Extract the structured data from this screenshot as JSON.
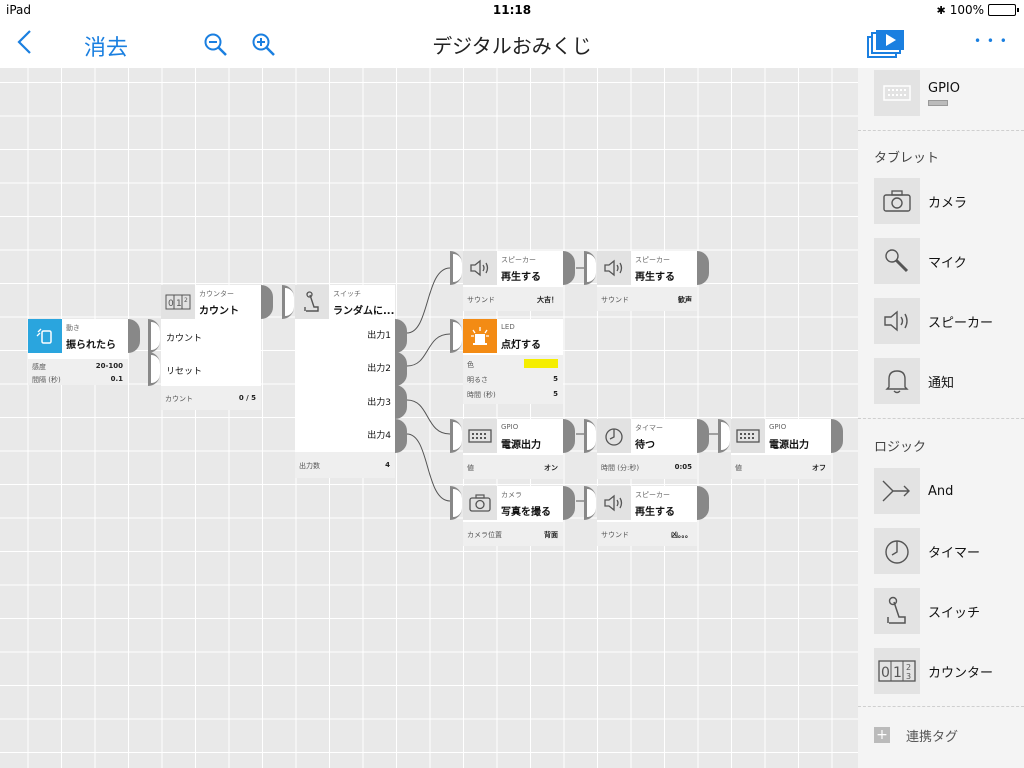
{
  "status": {
    "device": "iPad",
    "time": "11:18",
    "battery": "100%"
  },
  "nav": {
    "back_icon": "chevron-left-icon",
    "clear_label": "消去",
    "title": "デジタルおみくじ",
    "more_label": "• • •"
  },
  "blocks": {
    "motion": {
      "category": "動き",
      "name": "振られたら",
      "p1k": "感度",
      "p1v": "20-100",
      "p2k": "間隔 (秒)",
      "p2v": "0.1"
    },
    "counter": {
      "category": "カウンター",
      "name": "カウント",
      "in1": "カウント",
      "in2": "リセット",
      "pk": "カウント",
      "pv": "0 / 5"
    },
    "switch": {
      "category": "スイッチ",
      "name": "ランダムに...",
      "o1": "出力1",
      "o2": "出力2",
      "o3": "出力3",
      "o4": "出力4",
      "pk": "出力数",
      "pv": "4"
    },
    "speaker1": {
      "category": "スピーカー",
      "name": "再生する",
      "pk": "サウンド",
      "pv": "大吉！"
    },
    "speaker2": {
      "category": "スピーカー",
      "name": "再生する",
      "pk": "サウンド",
      "pv": "歓声"
    },
    "led": {
      "category": "LED",
      "name": "点灯する",
      "p1k": "色",
      "p2k": "明るさ",
      "p2v": "5",
      "p3k": "時間 (秒)",
      "p3v": "5",
      "color": "#f5ee00"
    },
    "gpio1": {
      "category": "GPIO",
      "name": "電源出力",
      "pk": "値",
      "pv": "オン"
    },
    "timer": {
      "category": "タイマー",
      "name": "待つ",
      "pk": "時間 (分:秒)",
      "pv": "0:05"
    },
    "gpio2": {
      "category": "GPIO",
      "name": "電源出力",
      "pk": "値",
      "pv": "オフ"
    },
    "camera": {
      "category": "カメラ",
      "name": "写真を撮る",
      "pk": "カメラ位置",
      "pv": "背面"
    },
    "speaker3": {
      "category": "スピーカー",
      "name": "再生する",
      "pk": "サウンド",
      "pv": "凶。。。"
    }
  },
  "sidebar": {
    "gpio_label": "GPIO",
    "section_tablet": "タブレット",
    "camera": "カメラ",
    "mic": "マイク",
    "speaker": "スピーカー",
    "notify": "通知",
    "section_logic": "ロジック",
    "and": "And",
    "timer": "タイマー",
    "switch": "スイッチ",
    "counter": "カウンター",
    "tag": "連携タグ"
  },
  "colors": {
    "accent": "#1a7fe0",
    "motion": "#2aa5de",
    "led": "#f38b14",
    "grid": "#e9e9e9"
  }
}
